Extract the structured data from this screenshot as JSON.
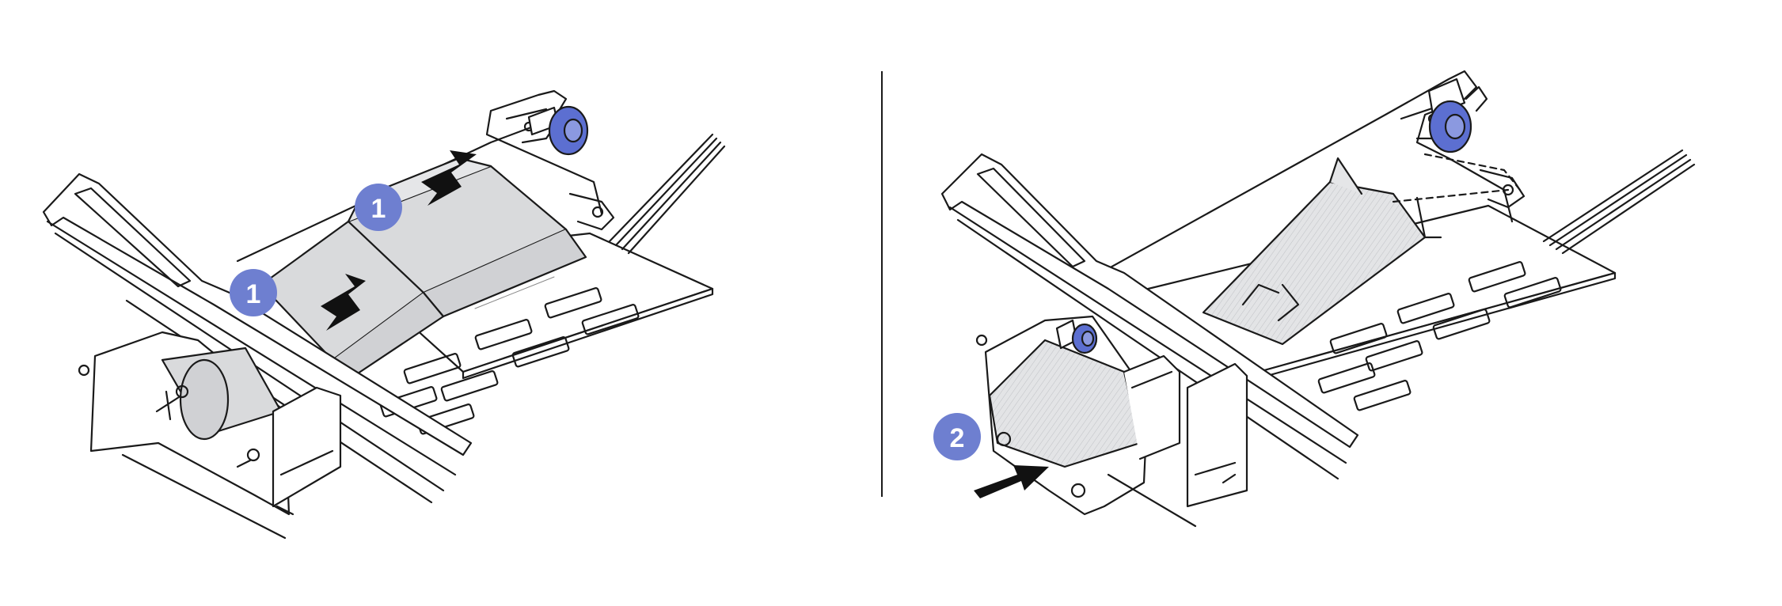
{
  "figure": {
    "left_panel": {
      "callouts": [
        {
          "label": "1"
        },
        {
          "label": "1"
        }
      ]
    },
    "right_panel": {
      "callouts": [
        {
          "label": "2"
        }
      ]
    },
    "colors": {
      "line": "#1a1a1a",
      "cable_fill": "#d9dadc",
      "callout": "#6e7fd0",
      "thumbscrew": "#5c6fd1",
      "arrow": "#111111"
    }
  }
}
